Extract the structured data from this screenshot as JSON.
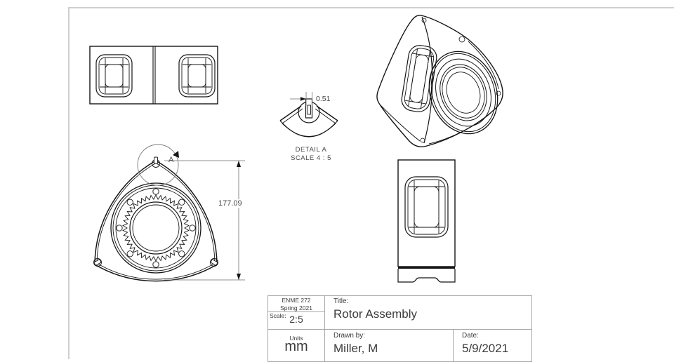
{
  "dimensions": {
    "rotor_height": "177.09",
    "seal_slot_width": "0.51"
  },
  "detail_view": {
    "marker_letter": "A",
    "name": "DETAIL A",
    "scale": "SCALE 4 : 5"
  },
  "title_block": {
    "course": "ENME 272",
    "term": "Spring 2021",
    "scale_label": "Scale:",
    "scale_value": "2:5",
    "title_label": "Title:",
    "title_value": "Rotor Assembly",
    "units_label": "Units",
    "units_value": "mm",
    "drawn_label": "Drawn by:",
    "drawn_value": "Miller, M",
    "date_label": "Date:",
    "date_value": "5/9/2021"
  },
  "colors": {
    "line": "#151515",
    "dim": "#6e6e6e",
    "dim_text": "#4a4a4a",
    "table_line": "#a8a8a8",
    "text": "#3b3b3b",
    "sheet_border": "#cfcfcf"
  }
}
